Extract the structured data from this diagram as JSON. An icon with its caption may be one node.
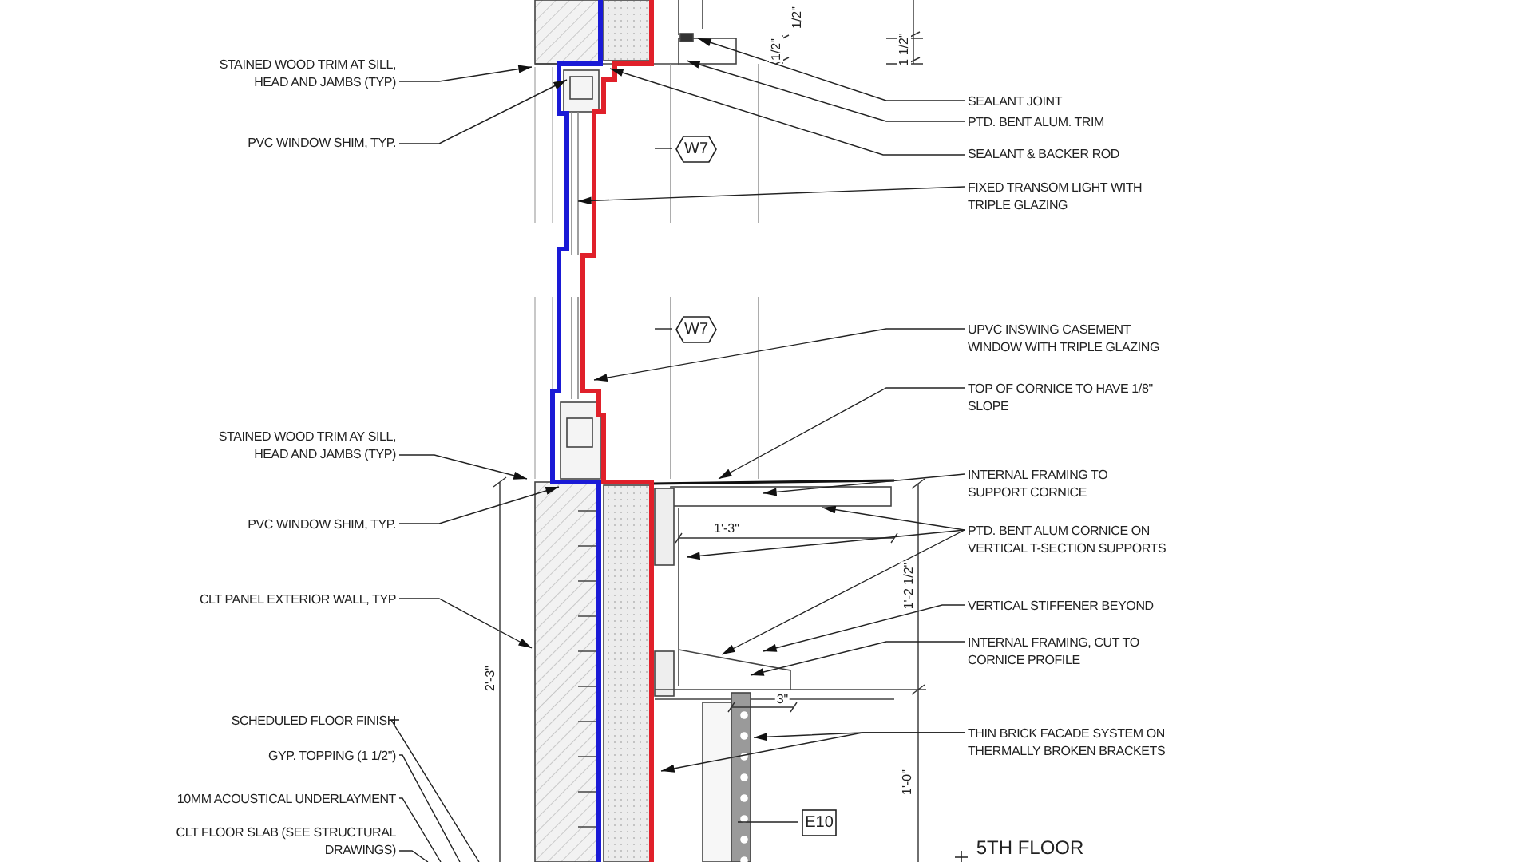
{
  "diagram": {
    "nodes": [
      {
        "text": [
          "STAINED WOOD TRIM AT SILL, HEAD AND JAMBS (TYP)"
        ]
      },
      {
        "text": [
          "PVC WINDOW SHIM, TYP."
        ]
      },
      {
        "text": [
          "SEALANT JOINT"
        ]
      },
      {
        "text": [
          "PTD. BENT ALUM. TRIM"
        ]
      },
      {
        "text": [
          "SEALANT & BACKER ROD"
        ]
      },
      {
        "text": [
          "W7"
        ]
      },
      {
        "text": [
          "FIXED TRANSOM LIGHT WITH TRIPLE GLAZING"
        ]
      },
      {
        "text": [
          "W7"
        ]
      },
      {
        "text": [
          "UPVC INSWING CASEMENT WINDOW WITH TRIPLE GLAZING"
        ]
      },
      {
        "text": [
          "TOP OF CORNICE TO HAVE 1/8\" SLOPE"
        ]
      },
      {
        "text": [
          "STAINED WOOD TRIM AY SILL, HEAD AND JAMBS (TYP)"
        ]
      },
      {
        "text": [
          "INTERNAL FRAMING TO SUPPORT CORNICE"
        ]
      },
      {
        "text": [
          "PVC WINDOW SHIM, TYP."
        ]
      },
      {
        "text": [
          "PTD. BENT ALUM CORNICE ON VERTICAL T-SECTION SUPPORTS"
        ]
      },
      {
        "text": [
          "CLT PANEL EXTERIOR WALL, TYP"
        ]
      },
      {
        "text": [
          "VERTICAL STIFFENER BEYOND"
        ]
      },
      {
        "text": [
          "INTERNAL FRAMING, CUT TO CORNICE PROFILE"
        ]
      },
      {
        "text": [
          "SCHEDULED FLOOR FINISH"
        ]
      },
      {
        "text": [
          "THIN BRICK FACADE SYSTEM ON THERMALLY BROKEN BRACKETS"
        ]
      },
      {
        "text": [
          "GYP. TOPPING (1 1/2\")"
        ]
      },
      {
        "text": [
          "10MM ACOUSTICAL UNDERLAYMENT"
        ]
      },
      {
        "text": [
          "E10"
        ]
      },
      {
        "text": [
          "CLT FLOOR SLAB (SEE STRUCTURAL DRAWINGS)"
        ]
      }
    ],
    "edges": [
      {
        "from": 0,
        "to": null,
        "arrow": "to"
      },
      {
        "from": 1,
        "to": null,
        "arrow": "to"
      },
      {
        "from": 2,
        "to": null,
        "arrow": "to"
      },
      {
        "from": 3,
        "to": null,
        "arrow": "to"
      },
      {
        "from": 4,
        "to": null,
        "arrow": "to"
      },
      {
        "from": 5,
        "to": null,
        "arrow": "none"
      },
      {
        "from": 6,
        "to": null,
        "arrow": "to"
      },
      {
        "from": 7,
        "to": null,
        "arrow": "none"
      },
      {
        "from": 8,
        "to": null,
        "arrow": "to"
      },
      {
        "from": 9,
        "to": null,
        "arrow": "to"
      },
      {
        "from": 10,
        "to": null,
        "arrow": "to"
      },
      {
        "from": 11,
        "to": null,
        "arrow": "to"
      },
      {
        "from": 12,
        "to": null,
        "arrow": "to"
      },
      {
        "from": 13,
        "to": null,
        "arrow": "to"
      },
      {
        "from": 13,
        "to": null,
        "arrow": "to"
      },
      {
        "from": 13,
        "to": null,
        "arrow": "to"
      },
      {
        "from": 14,
        "to": null,
        "arrow": "to"
      },
      {
        "from": 15,
        "to": null,
        "arrow": "to"
      },
      {
        "from": 16,
        "to": null,
        "arrow": "to"
      },
      {
        "from": 17,
        "to": null,
        "arrow": "none"
      },
      {
        "from": 18,
        "to": null,
        "arrow": "to"
      },
      {
        "from": 18,
        "to": null,
        "arrow": "to"
      },
      {
        "from": 19,
        "to": null,
        "arrow": "none"
      },
      {
        "from": 20,
        "to": null,
        "arrow": "none"
      },
      {
        "from": 21,
        "to": null,
        "arrow": "none"
      },
      {
        "from": 22,
        "to": null,
        "arrow": "none"
      }
    ],
    "labels": [
      "1/2\"",
      "1/2\"",
      "1 1/2\"",
      "1'-3\"",
      "1'-2 1/2\"",
      "2'-3\"",
      "3\"",
      "1'-0\"",
      "5TH FLOOR"
    ]
  }
}
